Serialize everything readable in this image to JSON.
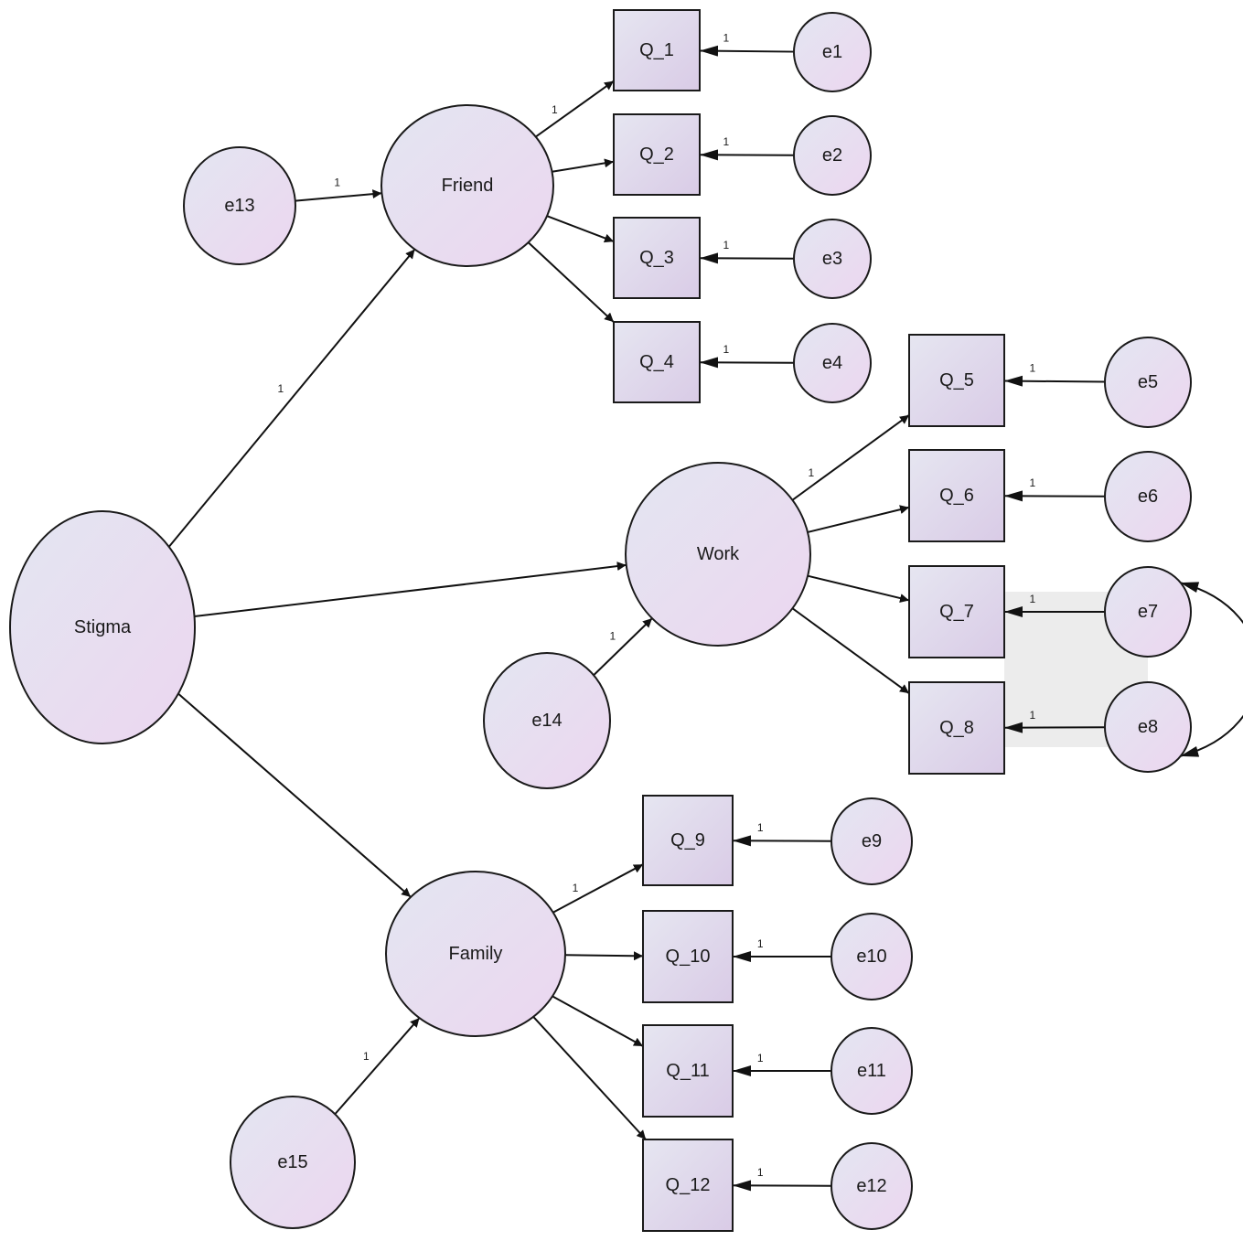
{
  "colors": {
    "node_fill_light": "#e6e6f2",
    "node_fill_dark": "#ead8f0",
    "box_fill": "#ddd2ea",
    "line": "#111111",
    "covariance_band": "#ececec"
  },
  "nodes": {
    "Stigma": {
      "label": "Stigma",
      "kind": "latent"
    },
    "Friend": {
      "label": "Friend",
      "kind": "latent"
    },
    "Work": {
      "label": "Work",
      "kind": "latent"
    },
    "Family": {
      "label": "Family",
      "kind": "latent"
    },
    "e13": {
      "label": "e13",
      "kind": "error"
    },
    "e14": {
      "label": "e14",
      "kind": "error"
    },
    "e15": {
      "label": "e15",
      "kind": "error"
    },
    "Q_1": {
      "label": "Q_1",
      "kind": "observed"
    },
    "Q_2": {
      "label": "Q_2",
      "kind": "observed"
    },
    "Q_3": {
      "label": "Q_3",
      "kind": "observed"
    },
    "Q_4": {
      "label": "Q_4",
      "kind": "observed"
    },
    "Q_5": {
      "label": "Q_5",
      "kind": "observed"
    },
    "Q_6": {
      "label": "Q_6",
      "kind": "observed"
    },
    "Q_7": {
      "label": "Q_7",
      "kind": "observed"
    },
    "Q_8": {
      "label": "Q_8",
      "kind": "observed"
    },
    "Q_9": {
      "label": "Q_9",
      "kind": "observed"
    },
    "Q_10": {
      "label": "Q_10",
      "kind": "observed"
    },
    "Q_11": {
      "label": "Q_11",
      "kind": "observed"
    },
    "Q_12": {
      "label": "Q_12",
      "kind": "observed"
    },
    "e1": {
      "label": "e1",
      "kind": "error"
    },
    "e2": {
      "label": "e2",
      "kind": "error"
    },
    "e3": {
      "label": "e3",
      "kind": "error"
    },
    "e4": {
      "label": "e4",
      "kind": "error"
    },
    "e5": {
      "label": "e5",
      "kind": "error"
    },
    "e6": {
      "label": "e6",
      "kind": "error"
    },
    "e7": {
      "label": "e7",
      "kind": "error"
    },
    "e8": {
      "label": "e8",
      "kind": "error"
    },
    "e9": {
      "label": "e9",
      "kind": "error"
    },
    "e10": {
      "label": "e10",
      "kind": "error"
    },
    "e11": {
      "label": "e11",
      "kind": "error"
    },
    "e12": {
      "label": "e12",
      "kind": "error"
    }
  },
  "edges": [
    {
      "from": "Stigma",
      "to": "Friend",
      "label": "1"
    },
    {
      "from": "Stigma",
      "to": "Work",
      "label": ""
    },
    {
      "from": "Stigma",
      "to": "Family",
      "label": ""
    },
    {
      "from": "e13",
      "to": "Friend",
      "label": "1"
    },
    {
      "from": "e14",
      "to": "Work",
      "label": "1"
    },
    {
      "from": "e15",
      "to": "Family",
      "label": "1"
    },
    {
      "from": "Friend",
      "to": "Q_1",
      "label": "1"
    },
    {
      "from": "Friend",
      "to": "Q_2",
      "label": ""
    },
    {
      "from": "Friend",
      "to": "Q_3",
      "label": ""
    },
    {
      "from": "Friend",
      "to": "Q_4",
      "label": ""
    },
    {
      "from": "Work",
      "to": "Q_5",
      "label": "1"
    },
    {
      "from": "Work",
      "to": "Q_6",
      "label": ""
    },
    {
      "from": "Work",
      "to": "Q_7",
      "label": ""
    },
    {
      "from": "Work",
      "to": "Q_8",
      "label": ""
    },
    {
      "from": "Family",
      "to": "Q_9",
      "label": "1"
    },
    {
      "from": "Family",
      "to": "Q_10",
      "label": ""
    },
    {
      "from": "Family",
      "to": "Q_11",
      "label": ""
    },
    {
      "from": "Family",
      "to": "Q_12",
      "label": ""
    },
    {
      "from": "e1",
      "to": "Q_1",
      "label": "1"
    },
    {
      "from": "e2",
      "to": "Q_2",
      "label": "1"
    },
    {
      "from": "e3",
      "to": "Q_3",
      "label": "1"
    },
    {
      "from": "e4",
      "to": "Q_4",
      "label": "1"
    },
    {
      "from": "e5",
      "to": "Q_5",
      "label": "1"
    },
    {
      "from": "e6",
      "to": "Q_6",
      "label": "1"
    },
    {
      "from": "e7",
      "to": "Q_7",
      "label": "1"
    },
    {
      "from": "e8",
      "to": "Q_8",
      "label": "1"
    },
    {
      "from": "e9",
      "to": "Q_9",
      "label": "1"
    },
    {
      "from": "e10",
      "to": "Q_10",
      "label": "1"
    },
    {
      "from": "e11",
      "to": "Q_11",
      "label": "1"
    },
    {
      "from": "e12",
      "to": "Q_12",
      "label": "1"
    }
  ],
  "covariances": [
    {
      "between": [
        "e7",
        "e8"
      ]
    }
  ]
}
